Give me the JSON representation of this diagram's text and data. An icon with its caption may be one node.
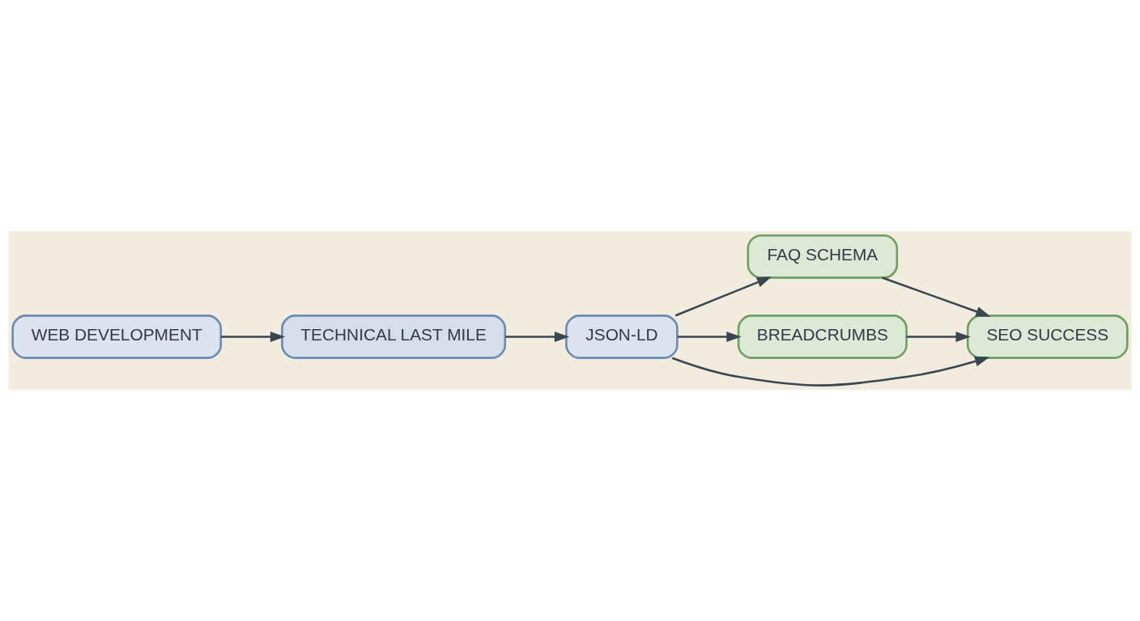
{
  "diagram": {
    "nodes": [
      {
        "text": [
          "WEB DEVELOPMENT"
        ]
      },
      {
        "text": [
          "TECHNICAL LAST MILE"
        ]
      },
      {
        "text": [
          "JSON-LD"
        ]
      },
      {
        "text": [
          "FAQ SCHEMA"
        ]
      },
      {
        "text": [
          "BREADCRUMBS"
        ]
      },
      {
        "text": [
          "SEO SUCCESS"
        ]
      }
    ],
    "edges": [
      {
        "from": 0,
        "to": 1,
        "arrow": "to"
      },
      {
        "from": 1,
        "to": 2,
        "arrow": "to"
      },
      {
        "from": 2,
        "to": 3,
        "arrow": "to"
      },
      {
        "from": 2,
        "to": 4,
        "arrow": "to"
      },
      {
        "from": 2,
        "to": 5,
        "arrow": "to"
      },
      {
        "from": 3,
        "to": 5,
        "arrow": "to"
      },
      {
        "from": 4,
        "to": 5,
        "arrow": "to"
      }
    ]
  }
}
